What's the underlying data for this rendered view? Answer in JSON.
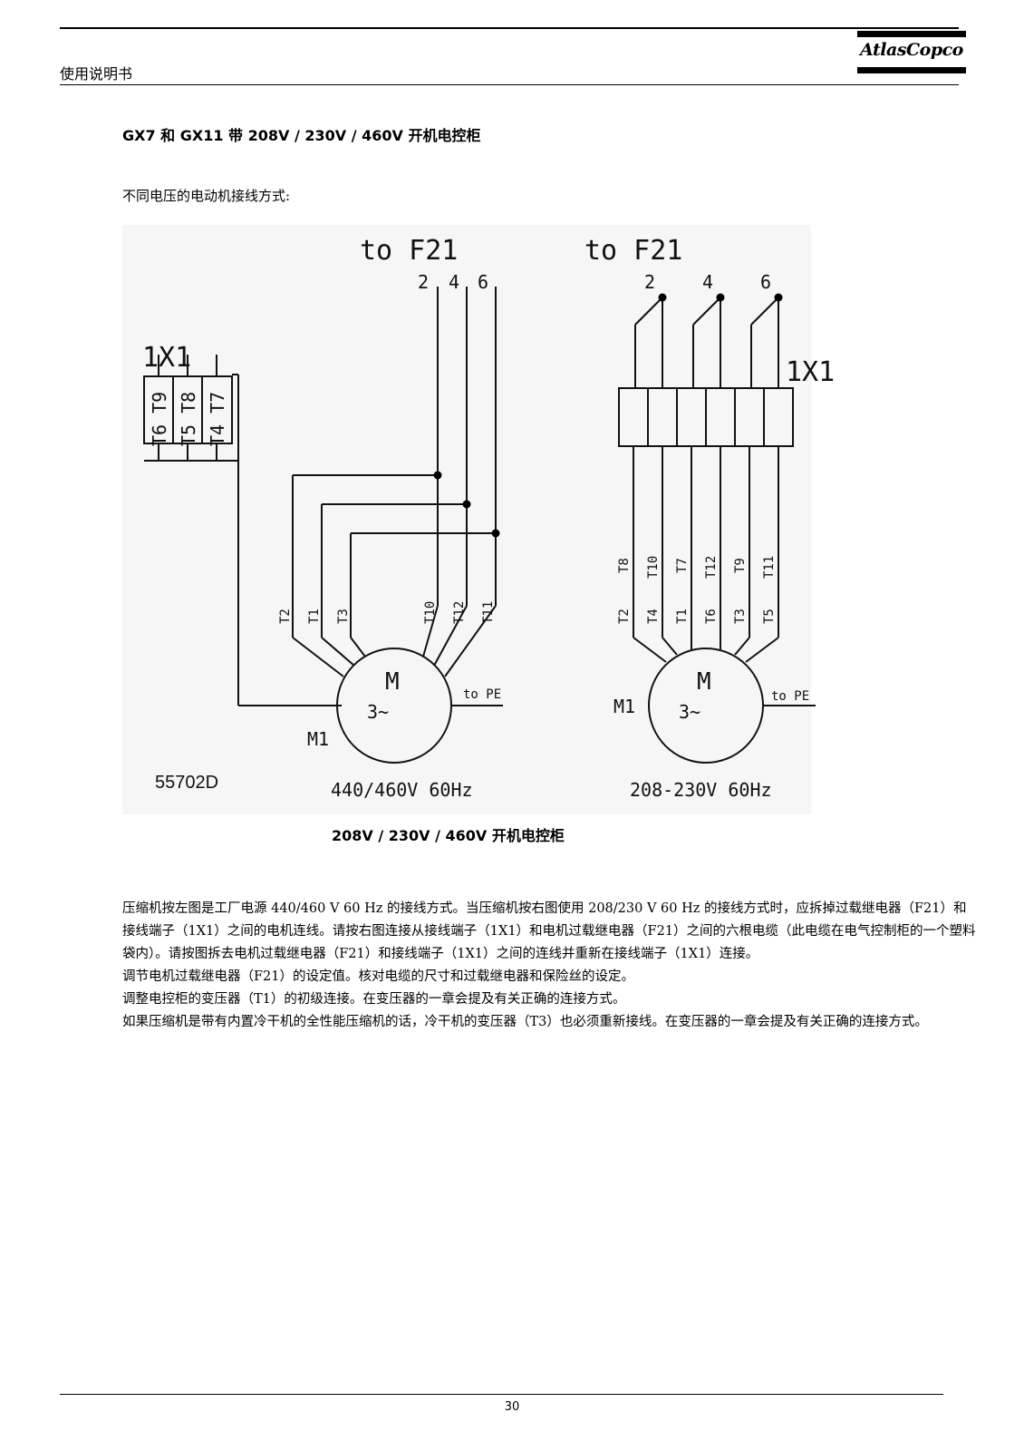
{
  "header": {
    "title": "使用说明书",
    "logo_text": "AtlasCopco"
  },
  "section_title": "GX7 和 GX11 带 208V / 230V / 460V 开机电控柜",
  "intro": "不同电压的电动机接线方式:",
  "diagram": {
    "drawing_number": "55702D",
    "left": {
      "to_label": "to F21",
      "terminal_numbers": [
        "2",
        "4",
        "6"
      ],
      "terminal_block_label": "1X1",
      "terminal_block_cells": [
        "T6 T9",
        "T5 T8",
        "T4 T7"
      ],
      "wire_labels": [
        "T2",
        "T1",
        "T3",
        "T10",
        "T12",
        "T11"
      ],
      "motor_id": "M1",
      "motor_symbol": "M",
      "motor_phase": "3~",
      "pe_label": "to PE",
      "voltage_label": "440/460V 60Hz"
    },
    "right": {
      "to_label": "to F21",
      "terminal_numbers": [
        "2",
        "4",
        "6"
      ],
      "terminal_block_label": "1X1",
      "wire_labels_top": [
        "T8",
        "T10",
        "T7",
        "T12",
        "T9",
        "T11"
      ],
      "wire_labels_bottom": [
        "T2",
        "T4",
        "T1",
        "T6",
        "T3",
        "T5"
      ],
      "motor_id": "M1",
      "motor_symbol": "M",
      "motor_phase": "3~",
      "pe_label": "to PE",
      "voltage_label": "208-230V 60Hz"
    }
  },
  "caption": "208V / 230V / 460V 开机电控柜",
  "paragraphs": [
    "压缩机按左图是工厂电源 440/460 V 60 Hz 的接线方式。当压缩机按右图使用 208/230 V 60 Hz 的接线方式时，应拆掉过载继电器（F21）和接线端子（1X1）之间的电机连线。请按右图连接从接线端子（1X1）和电机过载继电器（F21）之间的六根电缆（此电缆在电气控制柜的一个塑料袋内）。请按图拆去电机过载继电器（F21）和接线端子（1X1）之间的连线并重新在接线端子（1X1）连接。",
    "调节电机过载继电器（F21）的设定值。核对电缆的尺寸和过载继电器和保险丝的设定。",
    "调整电控柜的变压器（T1）的初级连接。在变压器的一章会提及有关正确的连接方式。",
    "如果压缩机是带有内置冷干机的全性能压缩机的话，冷干机的变压器（T3）也必须重新接线。在变压器的一章会提及有关正确的连接方式。"
  ],
  "page_number": "30"
}
